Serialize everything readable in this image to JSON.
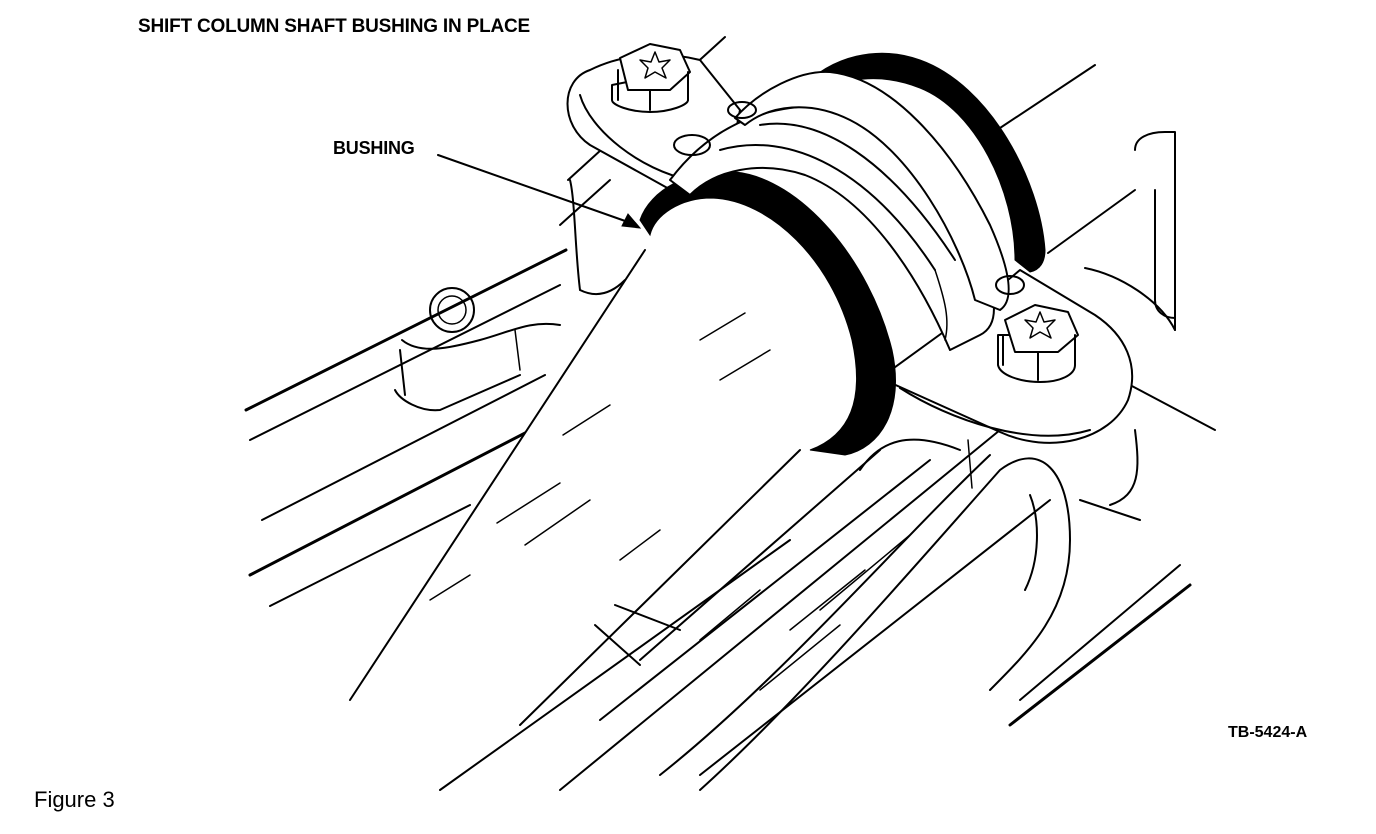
{
  "figure": {
    "title": "SHIFT COLUMN SHAFT BUSHING IN PLACE",
    "callout_label": "BUSHING",
    "drawing_code": "TB-5424-A",
    "caption": "Figure 3"
  }
}
